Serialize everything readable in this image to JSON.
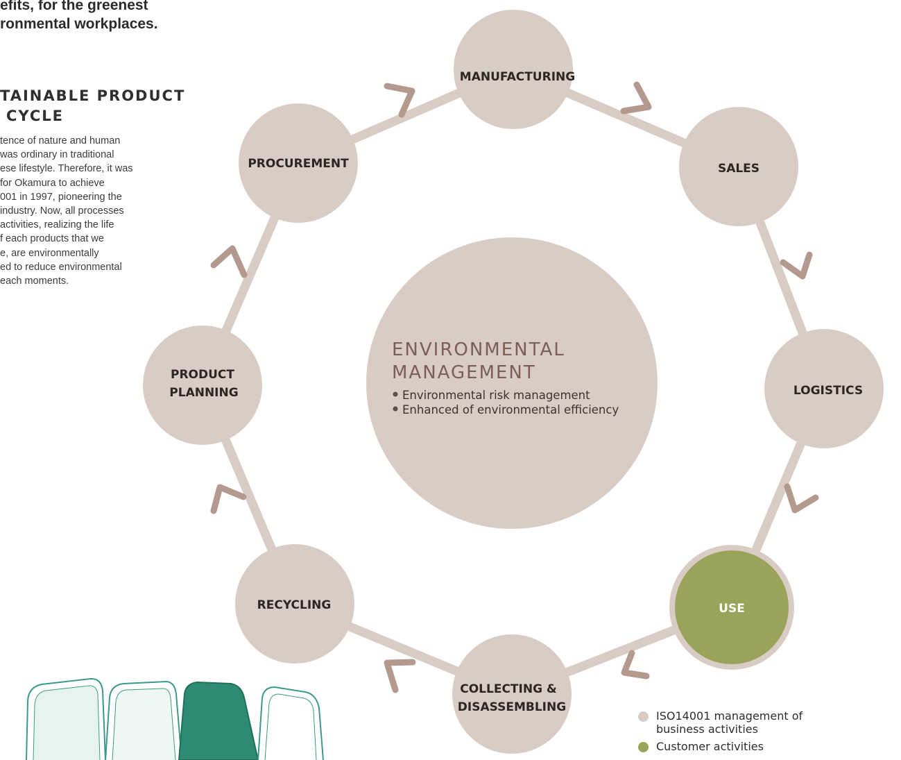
{
  "headline": {
    "line1": "efits, for the greenest",
    "line2": "ronmental workplaces."
  },
  "section": {
    "title_line1": "TAINABLE PRODUCT",
    "title_line2": "CYCLE",
    "body_lines": [
      "tence of nature and human",
      "was ordinary in traditional",
      "ese lifestyle. Therefore, it was",
      "for Okamura to achieve",
      "001 in 1997, pioneering the",
      "industry. Now, all processes",
      "activities, realizing the life",
      "f each products that we",
      "e, are environmentally",
      "ed to reduce environmental",
      "each moments."
    ]
  },
  "center": {
    "title_line1": "ENVIRONMENTAL",
    "title_line2": "MANAGEMENT",
    "bullets": [
      "Environmental risk management",
      "Enhanced of environmental efficiency"
    ]
  },
  "nodes": {
    "manufacturing": "MANUFACTURING",
    "sales": "SALES",
    "logistics": "LOGISTICS",
    "use": "USE",
    "collecting_line1": "COLLECTING &",
    "collecting_line2": "DISASSEMBLING",
    "recycling": "RECYCLING",
    "product_planning_line1": "PRODUCT",
    "product_planning_line2": "PLANNING",
    "procurement": "PROCUREMENT"
  },
  "legend": {
    "iso_line1": "ISO14001 management of",
    "iso_line2": "business activities",
    "customer": "Customer activities"
  },
  "colors": {
    "node": "#d9ccc4",
    "arrow": "#b49a8e",
    "use": "#9aa35a",
    "center_title": "#7b5e55"
  }
}
